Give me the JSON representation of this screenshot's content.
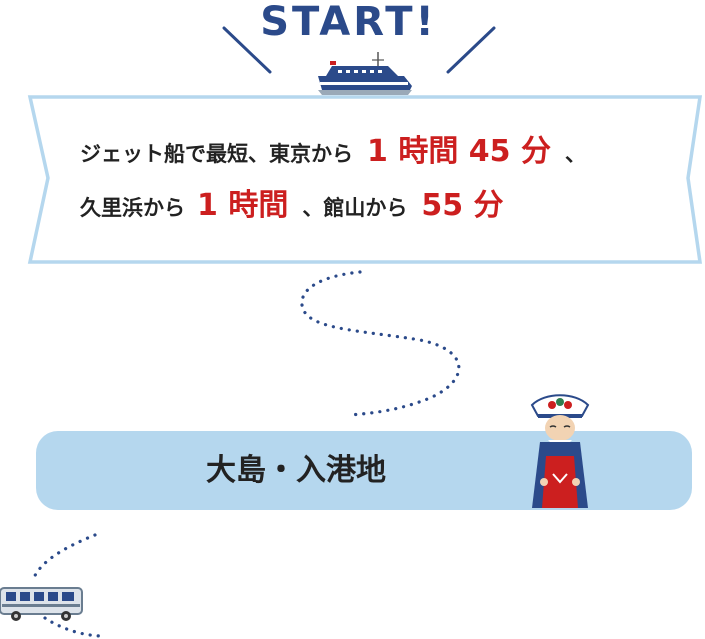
{
  "start": {
    "title": "START!"
  },
  "banner": {
    "line1": {
      "intro": "ジェット船で最短、東京から",
      "time": "1 時間 45 分",
      "comma": "、"
    },
    "line2": {
      "from1": "久里浜から",
      "time1": "1 時間",
      "mid": "、館山から",
      "time2": "55 分"
    }
  },
  "arrival": {
    "label": "大島・入港地"
  },
  "colors": {
    "navy": "#2b4a8a",
    "accent_red": "#cc1f1f",
    "banner_border": "#b5d7ee",
    "pill": "#b5d7ee"
  },
  "icons": [
    "jet-boat-icon",
    "mascot-character-icon",
    "bus-icon",
    "dotted-route-icon"
  ]
}
